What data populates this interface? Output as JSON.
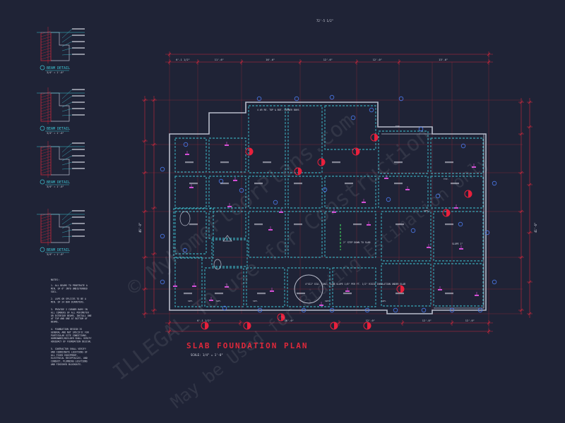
{
  "colors": {
    "background": "#1f2336",
    "dimension_red": "#c8283c",
    "beam_cyan": "#3fc7d6",
    "label_magenta": "#d44fd6",
    "text_white": "#d8dbe6",
    "title_red": "#e0283a",
    "marker_red": "#e8203c",
    "watermark": "#ffffff"
  },
  "title": {
    "main": "SLAB FOUNDATION PLAN",
    "scale": "SCALE: 1/4\" = 1'-0\""
  },
  "details": [
    {
      "label": "BEAM DETAIL",
      "scale": "3/4\" = 1'-0\""
    },
    {
      "label": "BEAM DETAIL",
      "scale": "3/4\" = 1'-0\""
    },
    {
      "label": "BEAM DETAIL",
      "scale": "3/4\" = 1'-0\""
    },
    {
      "label": "BEAM DETAIL",
      "scale": "3/4\" = 1'-0\""
    }
  ],
  "notes": {
    "heading": "NOTES:",
    "items": [
      "1. ALL BEAMS TO PENETRATE A MIN. OF 6\" INTO UNDISTURBED SOIL.",
      "2. LAPS OR SPLICES TO BE A MIN. OF 24 BAR DIAMETERS.",
      "3. PROVIDE 2 CORNER BARS IN ALL CORNERS OF ALL PERIMETER OR EXTERIOR BEAMS. INSTALL ONE AT TOP AND ONE AT BOTTOM OF BEAMS.",
      "4. FOUNDATION DESIGN IS GENERAL AND NOT SPECIFIC FOR PARTICULAR SITE CONDITIONS. HOMEOWNER/BUILDER SHALL VERIFY ADEQUACY OF FOUNDATION DESIGN.",
      "5. CONTRACTOR SHALL VERIFY AND COORDINATE LOCATIONS OF ALL FIXED EQUIPMENT, ELECTRICAL RECEPTACLES, AND CONDUIT, PLUMBING LOCATIONS AND FINISHED BLOCKOUTS."
    ]
  },
  "dimensions": {
    "overall_top": "72'-5 1/2\"",
    "top_segments": [
      "6'-1 1/2\"",
      "11'-6\"",
      "16'-6\"",
      "12'-6\"",
      "12'-0\"",
      "13'-6\""
    ],
    "bottom_segments": [
      "6'-1 1/2\"",
      "16'-0\"",
      "12'-0\"",
      "12'-0\"",
      "12'-0\""
    ],
    "left_overall": "46'-0\"",
    "right_overall": "41'-6\""
  },
  "room_labels": {
    "corner_note": "4 #5 RE. TOP & BOT. CORNER BARS",
    "circle_note": "4\"X12\" DIA. CONC. SLAB SLOPE 1/8\" PER FT. 1/2\" RIGID INSULATION UNDER SLAB",
    "step_down": "2\" STEP DOWN TO SLAB",
    "slope": "SLOPE 1\"",
    "beam_tag": "TYP.",
    "sim_tag": "SIM."
  },
  "watermark": {
    "line1": "© MyHomeFloorPlans.com",
    "line2": "ILLEGAL TO use for Construction",
    "line3": "May be Used for Bidding Estimation only"
  }
}
